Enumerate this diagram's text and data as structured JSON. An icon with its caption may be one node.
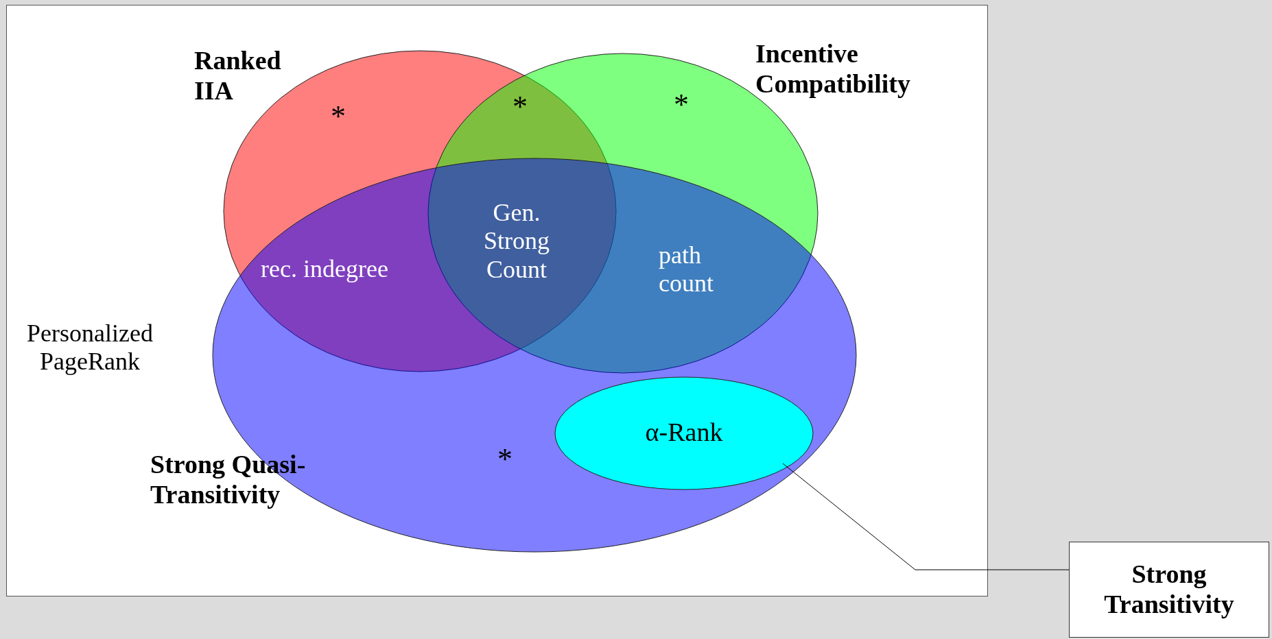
{
  "diagram": {
    "nodes": [
      {
        "text": [
          "Personalized PageRank"
        ]
      },
      {
        "text": [
          "Ranked IIA"
        ],
        "in": 0
      },
      {
        "text": [
          "Incentive Compatibility"
        ],
        "in": 0
      },
      {
        "text": [
          "Strong Quasi-Transitivity"
        ],
        "in": 0
      },
      {
        "text": [
          "α-Rank"
        ],
        "in": 3
      },
      {
        "text": [
          "Strong Transitivity"
        ]
      }
    ],
    "edges": [
      {
        "from": 5,
        "to": 4,
        "arrow": "none"
      }
    ],
    "labels": [
      "*",
      "*",
      "*",
      "rec. indegree",
      "Gen. Strong Count",
      "path count",
      "*"
    ]
  }
}
